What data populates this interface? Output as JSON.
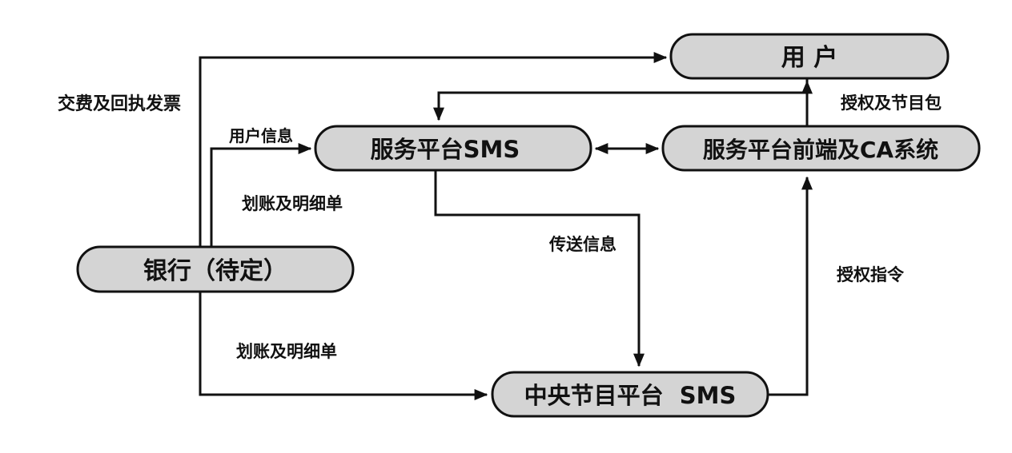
{
  "nodes": {
    "user": "用 户",
    "sms_platform": "服务平台SMS",
    "ca_frontend": "服务平台前端及CA系统",
    "bank": "银行（待定）",
    "central_platform": "中央节目平台  SMS"
  },
  "edges": {
    "payment_receipt": "交费及回执发票",
    "user_info": "用户信息",
    "transfer_detail_1": "划账及明细单",
    "transfer_detail_2": "划账及明细单",
    "send_info": "传送信息",
    "auth_package": "授权及节目包",
    "auth_command": "授权指令"
  },
  "colors": {
    "node_fill": "#d4d4d4",
    "stroke": "#111111"
  }
}
